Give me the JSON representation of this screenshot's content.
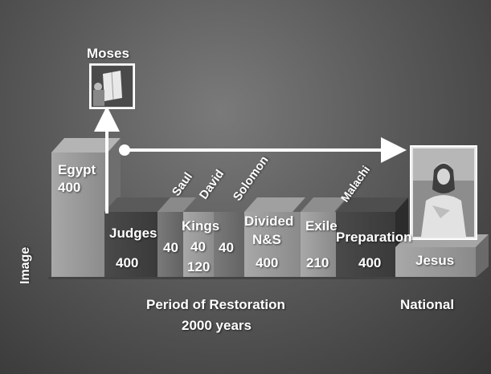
{
  "side_label": "Image",
  "footer": {
    "line1": "Period of Restoration",
    "line2": "2000 years",
    "national": "National"
  },
  "moses": {
    "label": "Moses"
  },
  "blocks": {
    "egypt": {
      "name": "Egypt",
      "years": "400"
    },
    "judges": {
      "name": "Judges",
      "years": "400"
    },
    "saul": {
      "name": "Saul",
      "years": "40"
    },
    "kings": {
      "name": "Kings",
      "years_a": "40",
      "years_b": "120"
    },
    "david": {
      "name": "David",
      "years": "40"
    },
    "solomon": {
      "name": "Solomon"
    },
    "divided": {
      "name_a": "Divided",
      "name_b": "N&S",
      "years": "400"
    },
    "exile": {
      "name": "Exile",
      "years": "210"
    },
    "malachi": {
      "name": "Malachi"
    },
    "preparation": {
      "name": "Preparation",
      "years": "400"
    },
    "jesus": {
      "name": "Jesus"
    }
  },
  "colors": {
    "block_light": "#9a9a9a",
    "block_mid": "#6e6e6e",
    "block_dark": "#3f3f3f",
    "arrow": "#ffffff"
  }
}
